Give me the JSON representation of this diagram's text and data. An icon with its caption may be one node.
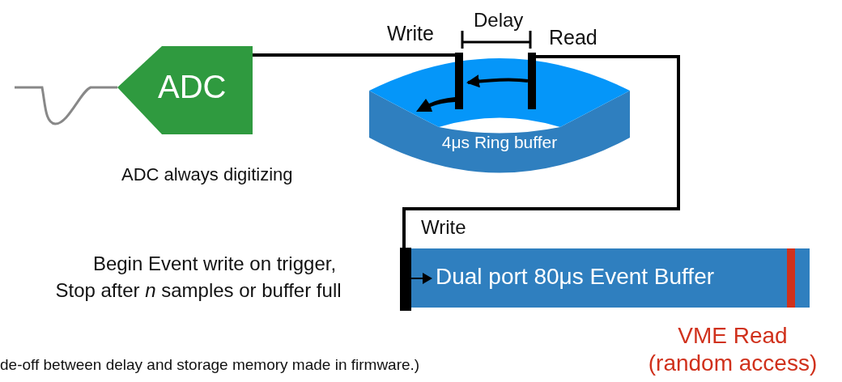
{
  "diagram": {
    "nodes": [
      {
        "text": [
          "ADC"
        ],
        "beside": [
          "ADC always digitizing"
        ]
      },
      {
        "text": [
          "4μs Ring buffer"
        ]
      },
      {
        "text": [],
        "shape": "bar",
        "beside": [
          "Write"
        ]
      },
      {
        "text": [],
        "shape": "bar",
        "beside": [
          "Read"
        ]
      },
      {
        "text": [
          "Dual port 80μs Event Buffer"
        ]
      },
      {
        "text": [],
        "shape": "bar",
        "beside": [
          "Write"
        ]
      },
      {
        "text": [],
        "shape": "bar",
        "in": 4,
        "beside": [
          "VME Read (random access)"
        ]
      }
    ],
    "edges": [
      {
        "from": 0,
        "to": 2,
        "arrow": "none"
      },
      {
        "from": 3,
        "to": 5,
        "arrow": "none"
      },
      {
        "from": 3,
        "to": 2,
        "arrow": "to"
      }
    ],
    "labels": [
      "Delay",
      "Begin Event write on trigger,",
      "Stop after *n* samples or buffer full",
      "de-off between delay and storage memory made in firmware.)"
    ]
  }
}
